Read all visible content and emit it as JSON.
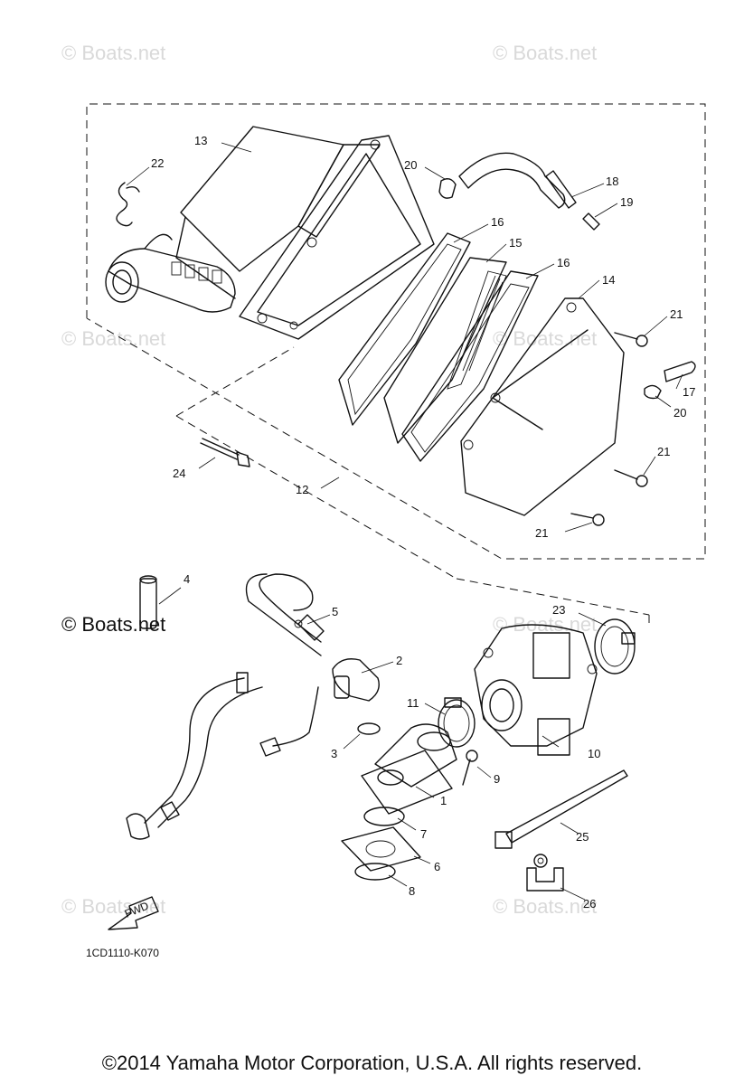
{
  "watermarks": [
    "© Boats.net",
    "© Boats.net",
    "© Boats.net",
    "© Boats.net",
    "© Boats.net",
    "© Boats.net",
    "© Boats.net",
    "© Boats.net"
  ],
  "callouts": {
    "c1": "1",
    "c2": "2",
    "c3": "3",
    "c4": "4",
    "c5": "5",
    "c6": "6",
    "c7": "7",
    "c8": "8",
    "c9": "9",
    "c10": "10",
    "c11": "11",
    "c12": "12",
    "c13": "13",
    "c14": "14",
    "c15": "15",
    "c16a": "16",
    "c16b": "16",
    "c17": "17",
    "c18": "18",
    "c19": "19",
    "c20a": "20",
    "c20b": "20",
    "c21a": "21",
    "c21b": "21",
    "c21c": "21",
    "c22": "22",
    "c23": "23",
    "c24": "24",
    "c25": "25",
    "c26": "26"
  },
  "fwd_label": "FWD",
  "diagram_code": "1CD1110-K070",
  "copyright": "©2014 Yamaha Motor Corporation, U.S.A. All rights reserved."
}
